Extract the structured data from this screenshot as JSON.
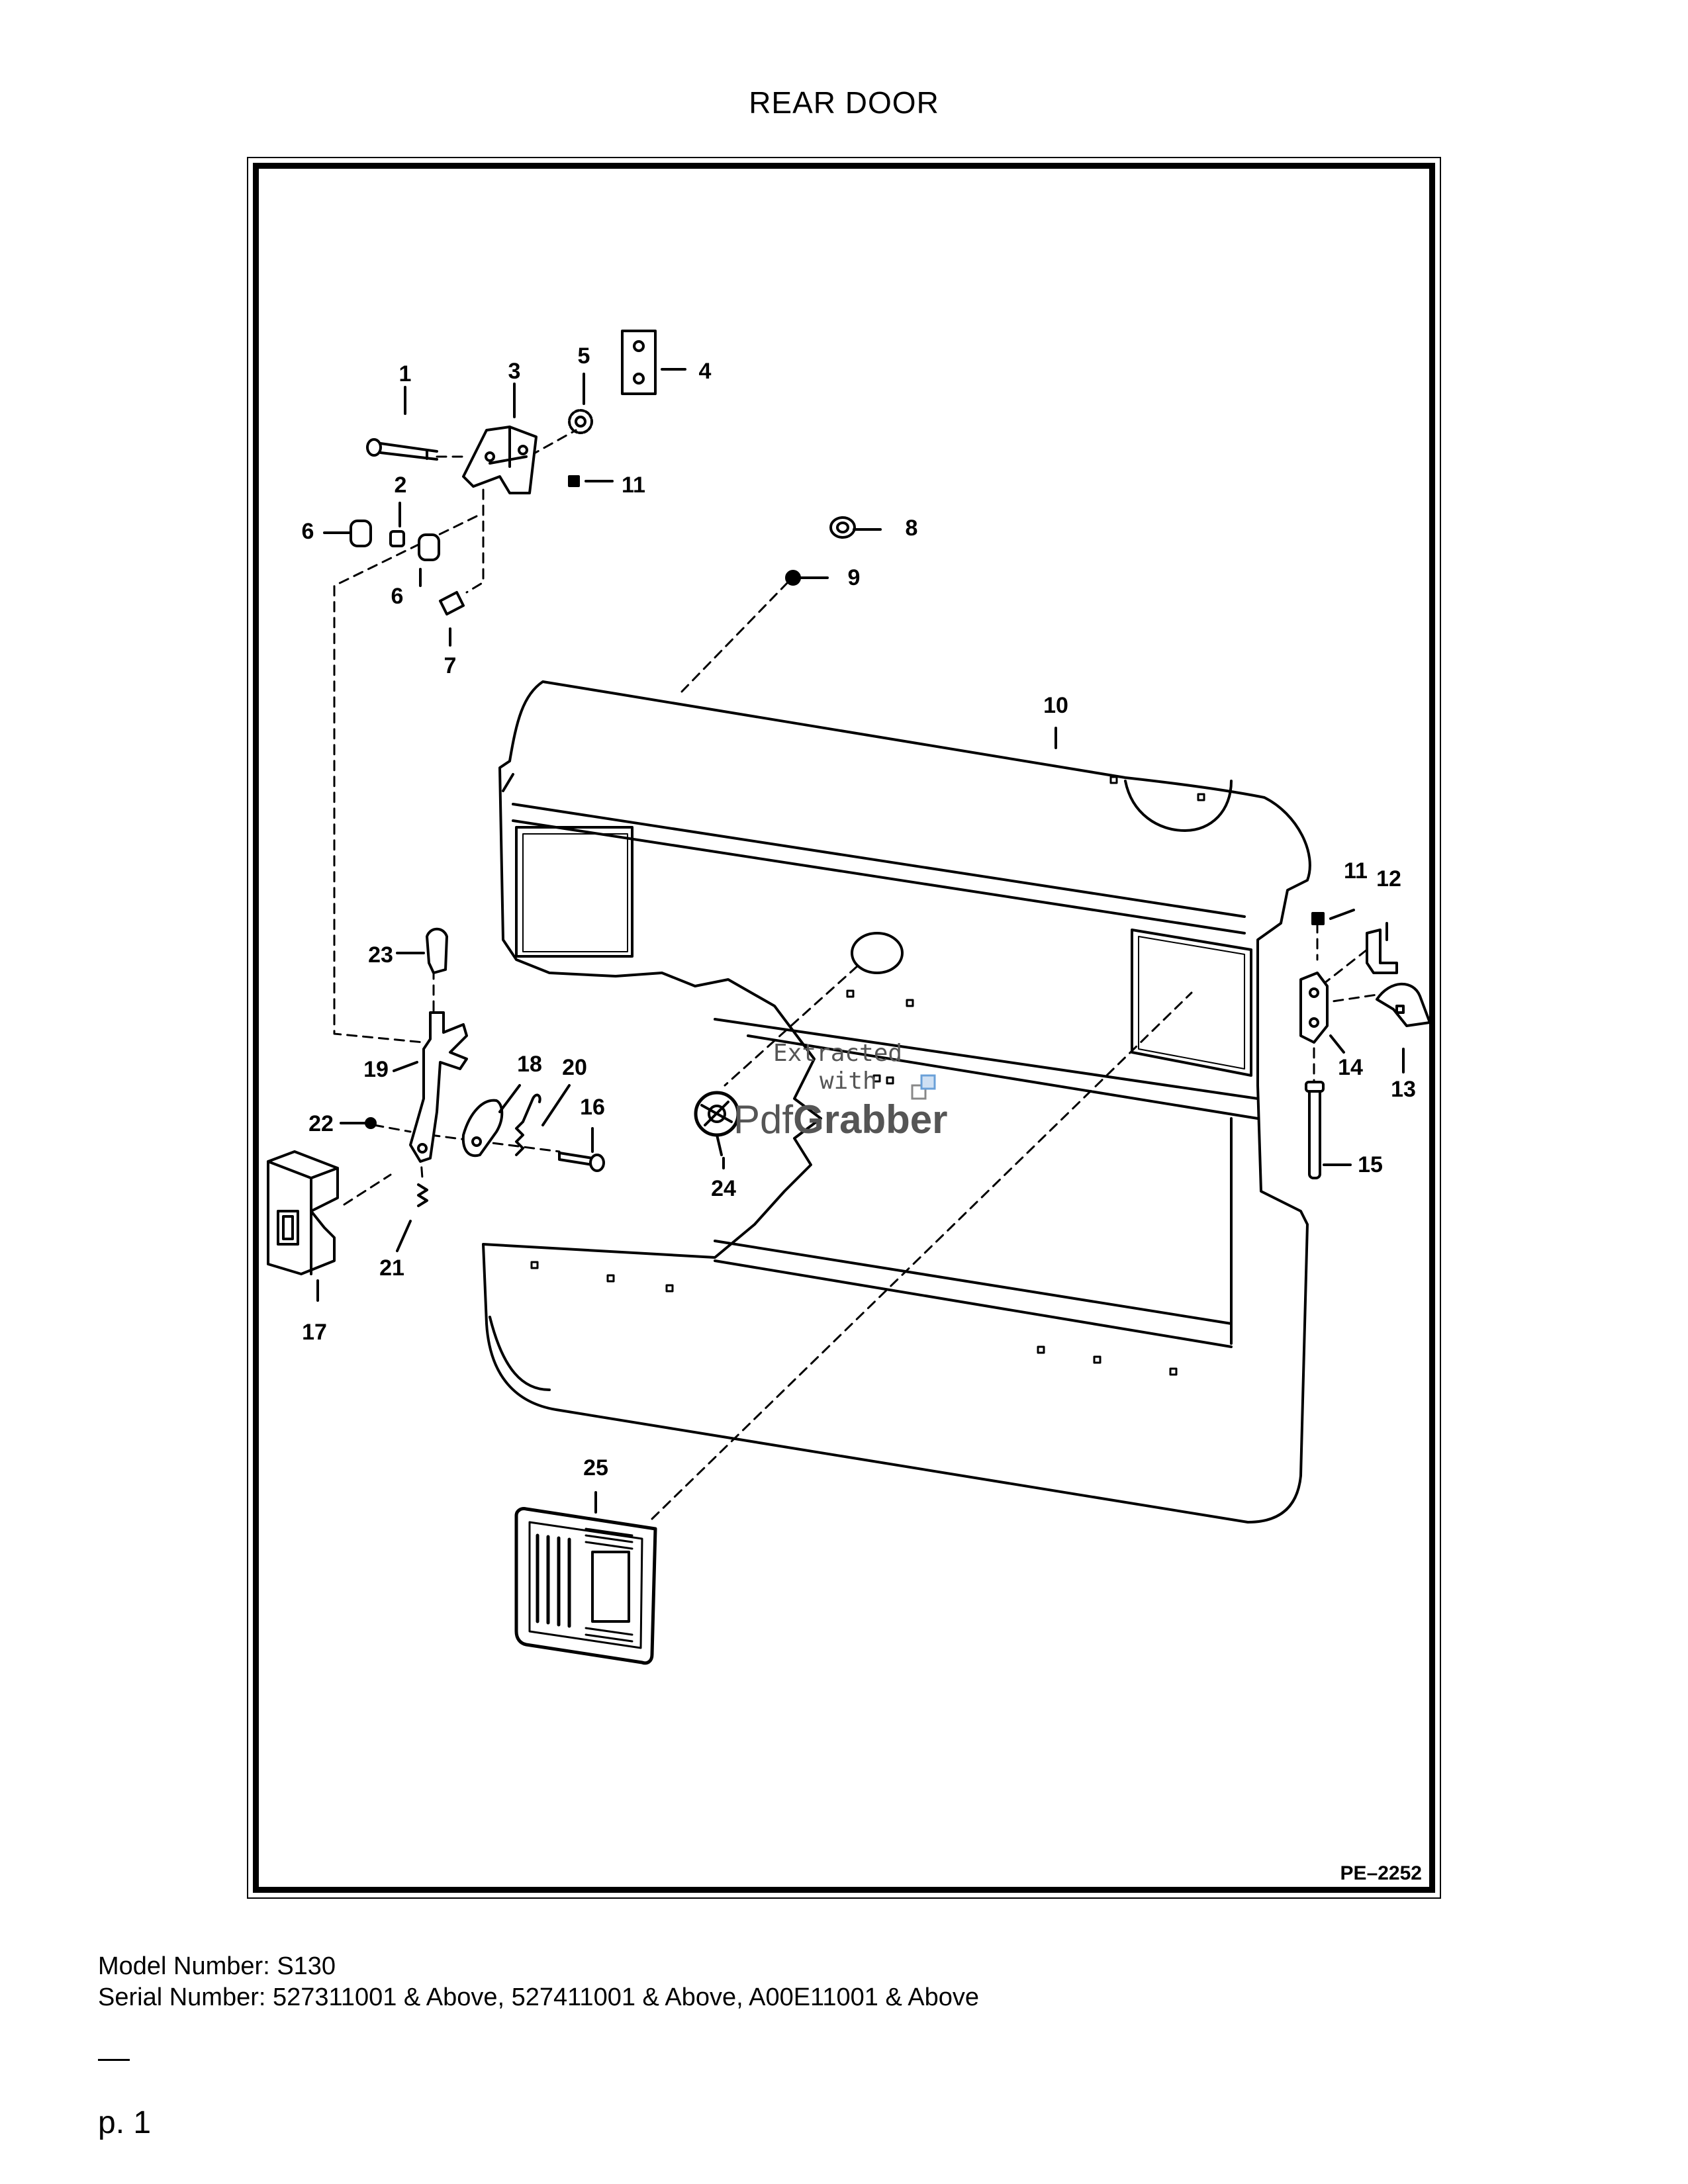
{
  "page": {
    "title": "REAR DOOR",
    "drawing_id": "PE–2252",
    "model_line": "Model Number: S130",
    "serial_line": "Serial Number: 527311001 & Above, 527411001 & Above, A00E11001 & Above",
    "page_number": "p. 1"
  },
  "watermark": {
    "line1": "Extracted",
    "line2": "with",
    "brand_light": "Pdf",
    "brand_bold": "Grabber"
  },
  "callouts": {
    "c1": "1",
    "c2": "2",
    "c3": "3",
    "c4": "4",
    "c5": "5",
    "c6a": "6",
    "c6b": "6",
    "c7": "7",
    "c8": "8",
    "c9": "9",
    "c10": "10",
    "c11a": "11",
    "c11b": "11",
    "c12": "12",
    "c13": "13",
    "c14": "14",
    "c15": "15",
    "c16": "16",
    "c17": "17",
    "c18": "18",
    "c19": "19",
    "c20": "20",
    "c21": "21",
    "c22": "22",
    "c23": "23",
    "c24": "24",
    "c25": "25"
  }
}
